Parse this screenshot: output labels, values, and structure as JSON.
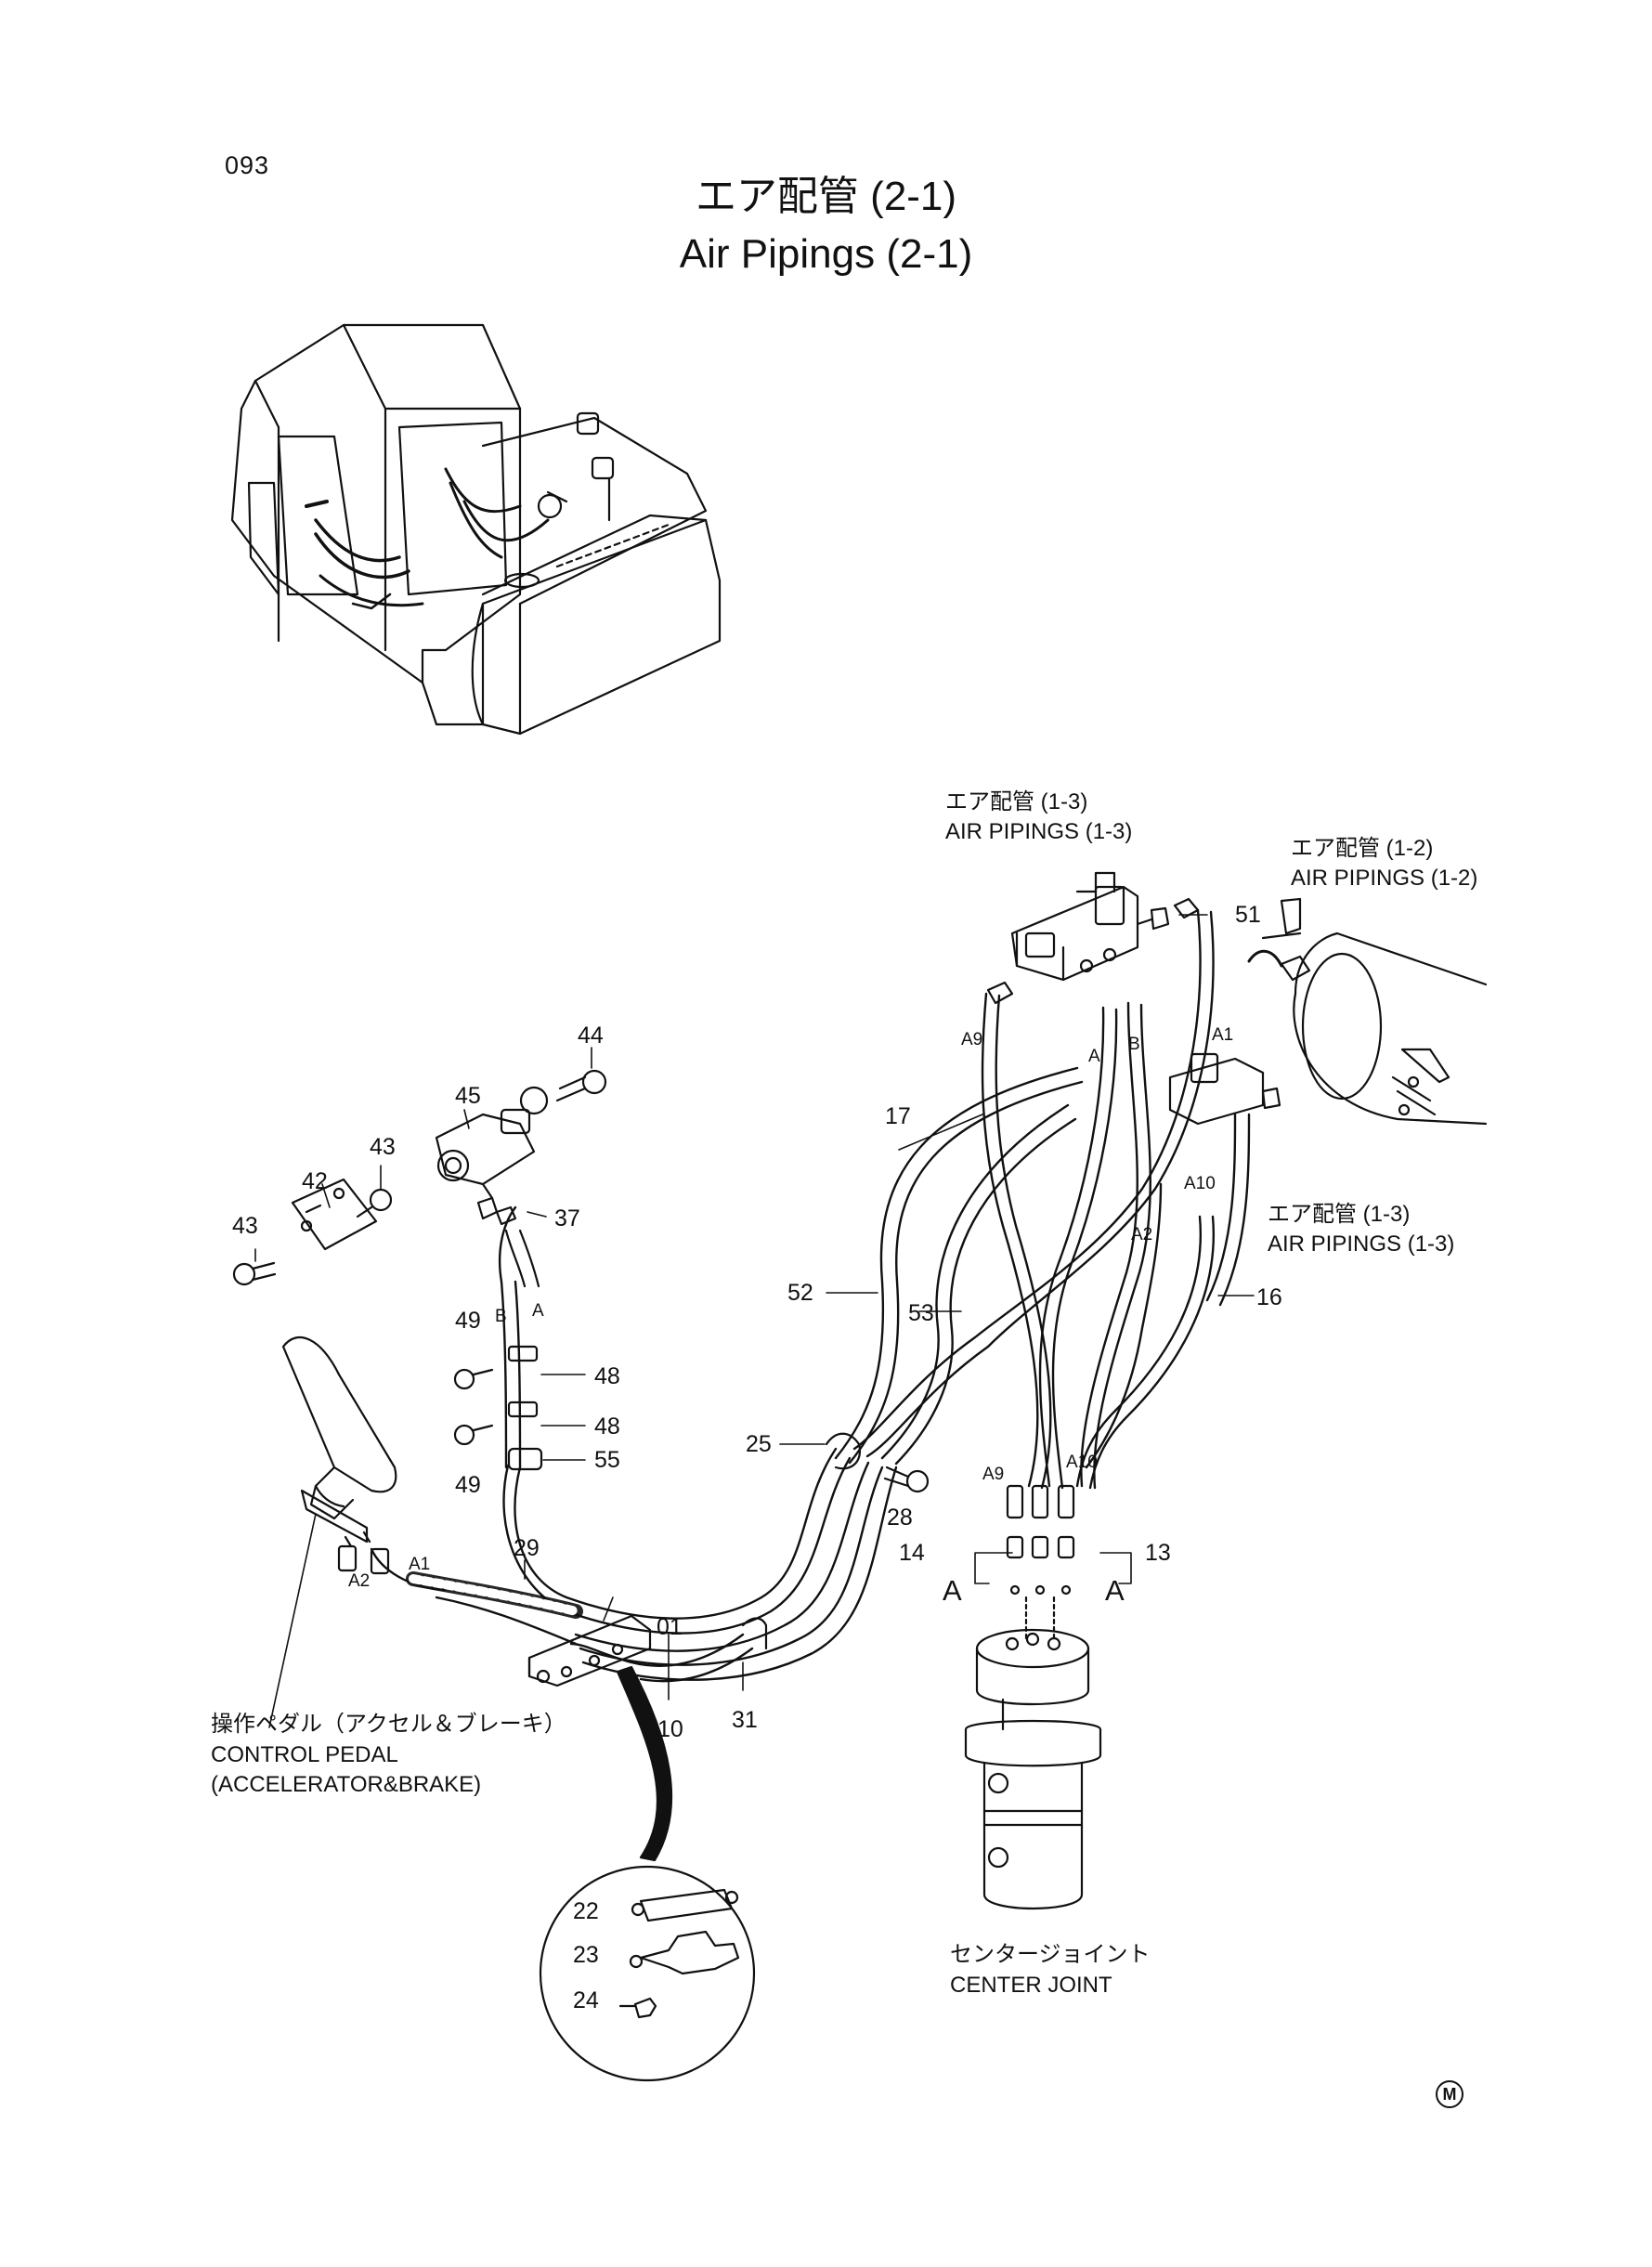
{
  "page": {
    "number": "093"
  },
  "title": {
    "jp": "エア配管 (2-1)",
    "en": "Air Pipings (2-1)"
  },
  "references": {
    "air_1_3_top": {
      "jp": "エア配管 (1-3)",
      "en": "AIR  PIPINGS (1-3)"
    },
    "air_1_2": {
      "jp": "エア配管 (1-2)",
      "en": "AIR  PIPINGS (1-2)"
    },
    "air_1_3_right": {
      "jp": "エア配管 (1-3)",
      "en": "AIR  PIPINGS (1-3)"
    },
    "control_pedal": {
      "jp": "操作ペダル（アクセル＆ブレーキ）",
      "en1": "CONTROL  PEDAL",
      "en2": "(ACCELERATOR&BRAKE)"
    },
    "center_joint": {
      "jp": "センタージョイント",
      "en": "CENTER  JOINT"
    }
  },
  "callouts": {
    "c01": "01",
    "c10": "10",
    "c13": "13",
    "c14": "14",
    "c16": "16",
    "c17": "17",
    "c22": "22",
    "c23": "23",
    "c24": "24",
    "c25": "25",
    "c28": "28",
    "c29": "29",
    "c31": "31",
    "c37": "37",
    "c42": "42",
    "c43a": "43",
    "c43b": "43",
    "c44": "44",
    "c45": "45",
    "c48a": "48",
    "c48b": "48",
    "c49a": "49",
    "c49b": "49",
    "c51": "51",
    "c52": "52",
    "c53": "53",
    "c55": "55"
  },
  "ports": {
    "a1_top": "A1",
    "a2_top": "A2",
    "a9_top": "A9",
    "a10_top": "A10",
    "a9_bottom": "A9",
    "a10_bottom": "A10",
    "a1_pedal": "A1",
    "a2_pedal": "A2",
    "a_left": "A",
    "b_left": "B",
    "a_valve": "A",
    "b_valve": "B"
  },
  "section": {
    "left": "A",
    "right": "A"
  },
  "mark": "M"
}
